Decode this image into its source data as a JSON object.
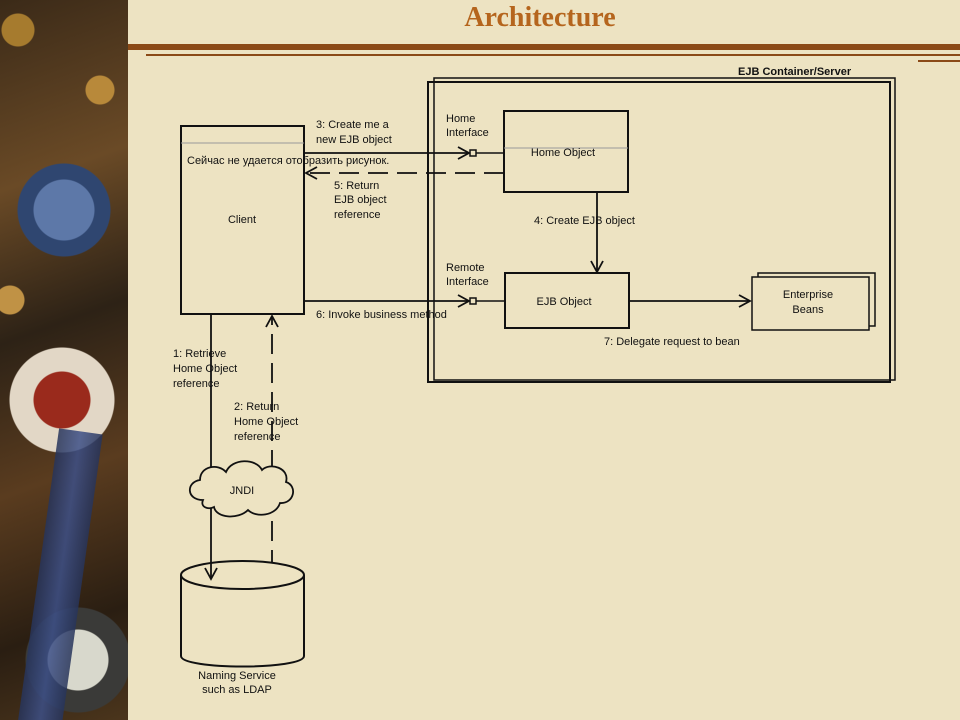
{
  "slide": {
    "title": "Architecture"
  },
  "diagram": {
    "container_label": "EJB Container/Server",
    "client": "Client",
    "home_object": "Home Object",
    "ejb_object": "EJB Object",
    "enterprise_beans": [
      "Enterprise",
      "Beans"
    ],
    "home_interface": [
      "Home",
      "Interface"
    ],
    "remote_interface": [
      "Remote",
      "Interface"
    ],
    "jndi": "JNDI",
    "naming_service": [
      "Naming Service",
      "such as LDAP"
    ],
    "image_error": "Сейчас не удается отобразить рисунок.",
    "steps": {
      "s1": [
        "1: Retrieve",
        "Home Object",
        "reference"
      ],
      "s2": [
        "2: Return",
        "Home Object",
        "reference"
      ],
      "s3": [
        "3: Create me a",
        "new EJB object"
      ],
      "s4": "4: Create EJB object",
      "s5": [
        "5: Return",
        "EJB object",
        "reference"
      ],
      "s6": "6: Invoke business method",
      "s7": "7: Delegate request to bean"
    }
  }
}
